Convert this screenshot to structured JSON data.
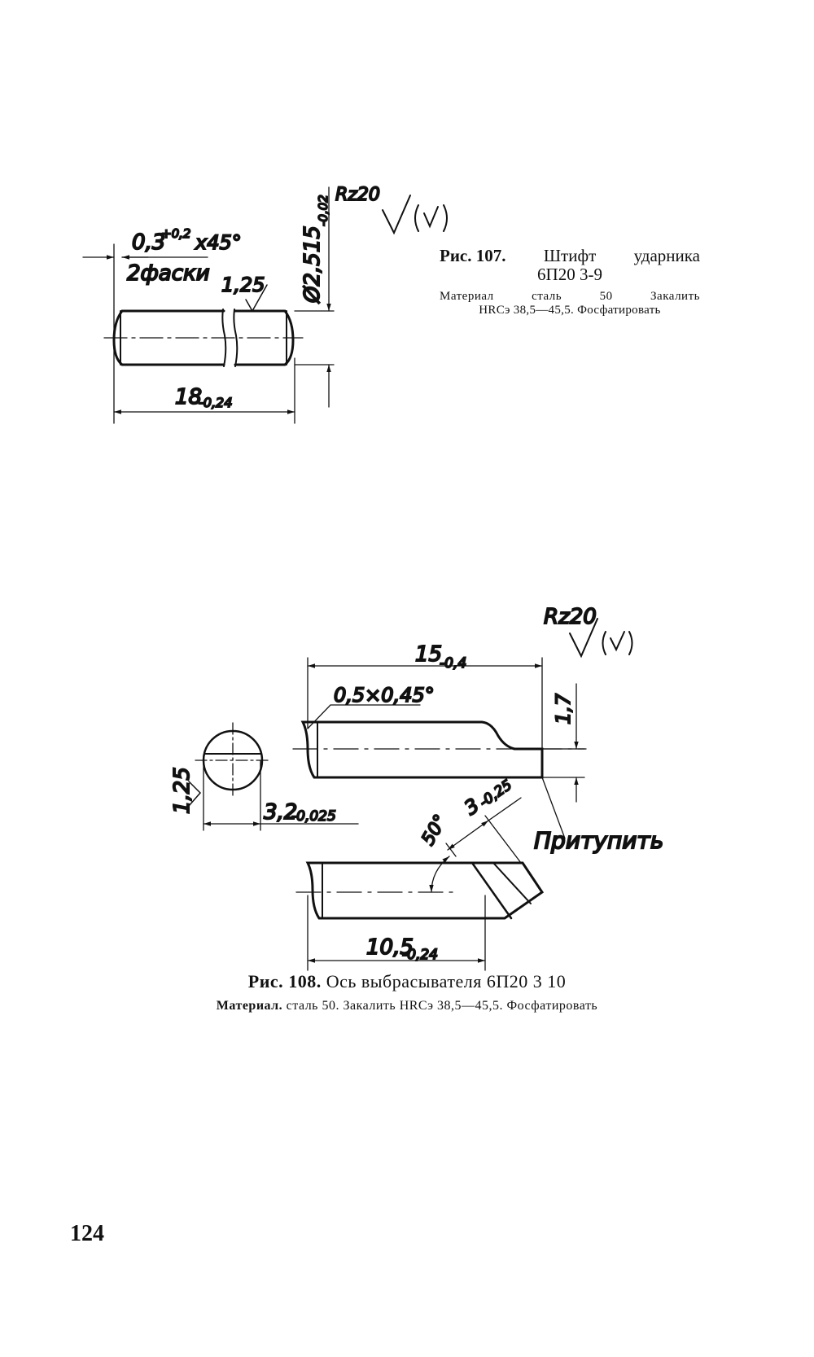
{
  "fig107": {
    "dims": {
      "chamfer": "0,3",
      "chamfer_tol": "+0,2",
      "chamfer_angle": "x45°",
      "chamfer_note": "2фаски",
      "roughness_local": "1,25",
      "diameter": "Ø2,515",
      "diameter_tol": "-0,02",
      "length": "18",
      "length_tol": "-0,24",
      "roughness_general": "Rz20",
      "roughness_symbol": "√(√)"
    },
    "caption": {
      "label": "Рис.",
      "number": "107.",
      "title_a": "Штифт",
      "title_b": "ударника",
      "code": "6П20 3-9",
      "material_a": "Материал",
      "material_b": "сталь",
      "material_c": "50",
      "material_d": "Закалить",
      "material_line2": "HRCэ 38,5—45,5. Фосфатировать"
    }
  },
  "fig108": {
    "dims": {
      "roughness_general": "Rz20",
      "roughness_symbol": "√(√)",
      "length": "15",
      "length_tol": "-0,4",
      "chamfer": "0,5×0,45°",
      "step": "1,7",
      "roughness_local": "1,25",
      "flat": "3,2",
      "flat_tol": "-0,025",
      "angle": "50°",
      "cut": "3",
      "cut_tol": "-0,25",
      "blunt_note": "Притупить",
      "short_length": "10,5",
      "short_length_tol": "-0,24"
    },
    "caption": {
      "label": "Рис.",
      "number": "108.",
      "title": "Ось выбрасывателя 6П20 3 10",
      "material_label": "Материал.",
      "material_text": "сталь 50. Закалить HRCэ 38,5—45,5. Фосфатировать"
    }
  },
  "page": {
    "number": "124"
  }
}
